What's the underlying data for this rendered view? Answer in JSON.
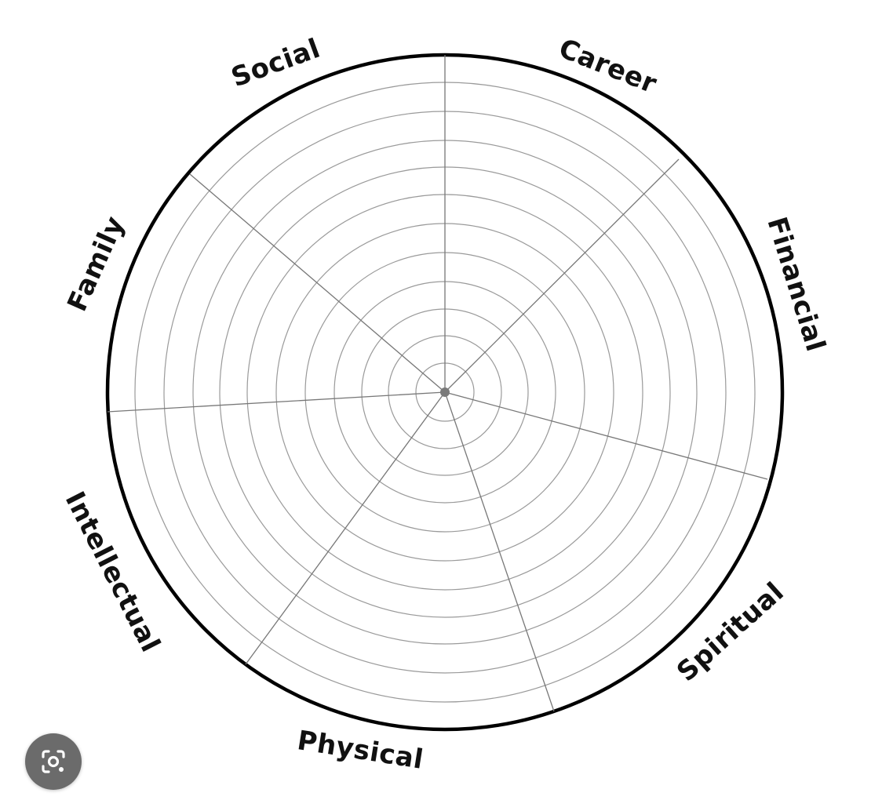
{
  "wheel": {
    "ring_count": 10,
    "categories": [
      {
        "label": "Career"
      },
      {
        "label": "Financial"
      },
      {
        "label": "Spiritual"
      },
      {
        "label": "Physical"
      },
      {
        "label": "Intellectual"
      },
      {
        "label": "Family"
      },
      {
        "label": "Social"
      }
    ]
  },
  "overlay": {
    "lens_button": {
      "icon": "camera-search-icon"
    }
  },
  "colors": {
    "outer_ring": "#000000",
    "inner_rings": "#9a9a9a",
    "spokes": "#777777",
    "lens_button_bg": "#6b6b6b",
    "lens_icon": "#ffffff"
  }
}
